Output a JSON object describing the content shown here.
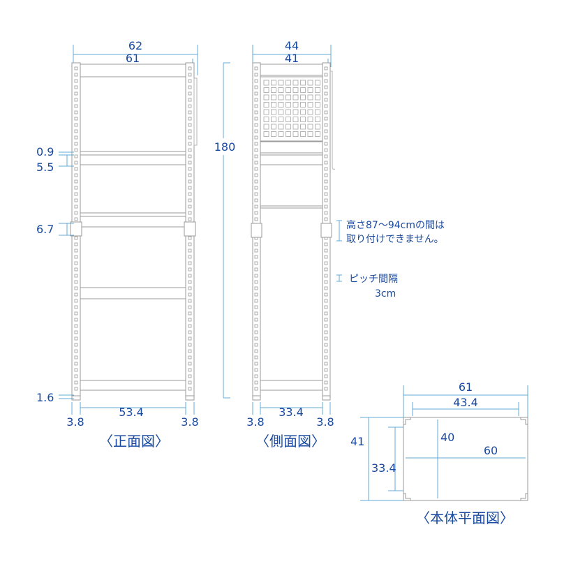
{
  "front_view": {
    "title": "〈正面図〉",
    "overall_width": "62",
    "inner_width": "61",
    "shelf_thickness": "0.9",
    "shelf_gap": "5.5",
    "connector": "6.7",
    "bottom_clearance": "1.6",
    "leg_left": "3.8",
    "shelf_span": "53.4",
    "leg_right": "3.8"
  },
  "side_view": {
    "title": "〈側面図〉",
    "overall_depth": "44",
    "inner_depth": "41",
    "height": "180",
    "leg_left": "3.8",
    "shelf_span": "33.4",
    "leg_right": "3.8",
    "note_mount_line1": "高さ87〜94cmの間は",
    "note_mount_line2": "取り付けできません。",
    "note_pitch_line1": "ピッチ間隔",
    "note_pitch_line2": "3cm"
  },
  "plan_view": {
    "title": "〈本体平面図〉",
    "width": "61",
    "inner_width": "43.4",
    "depth": "41",
    "inner_depth": "33.4",
    "shelf_depth": "40",
    "shelf_width": "60"
  },
  "colors": {
    "dimension_text": "#1a4aa0",
    "dimension_line": "#62a8d6",
    "part_outline": "#9a9a9a"
  }
}
